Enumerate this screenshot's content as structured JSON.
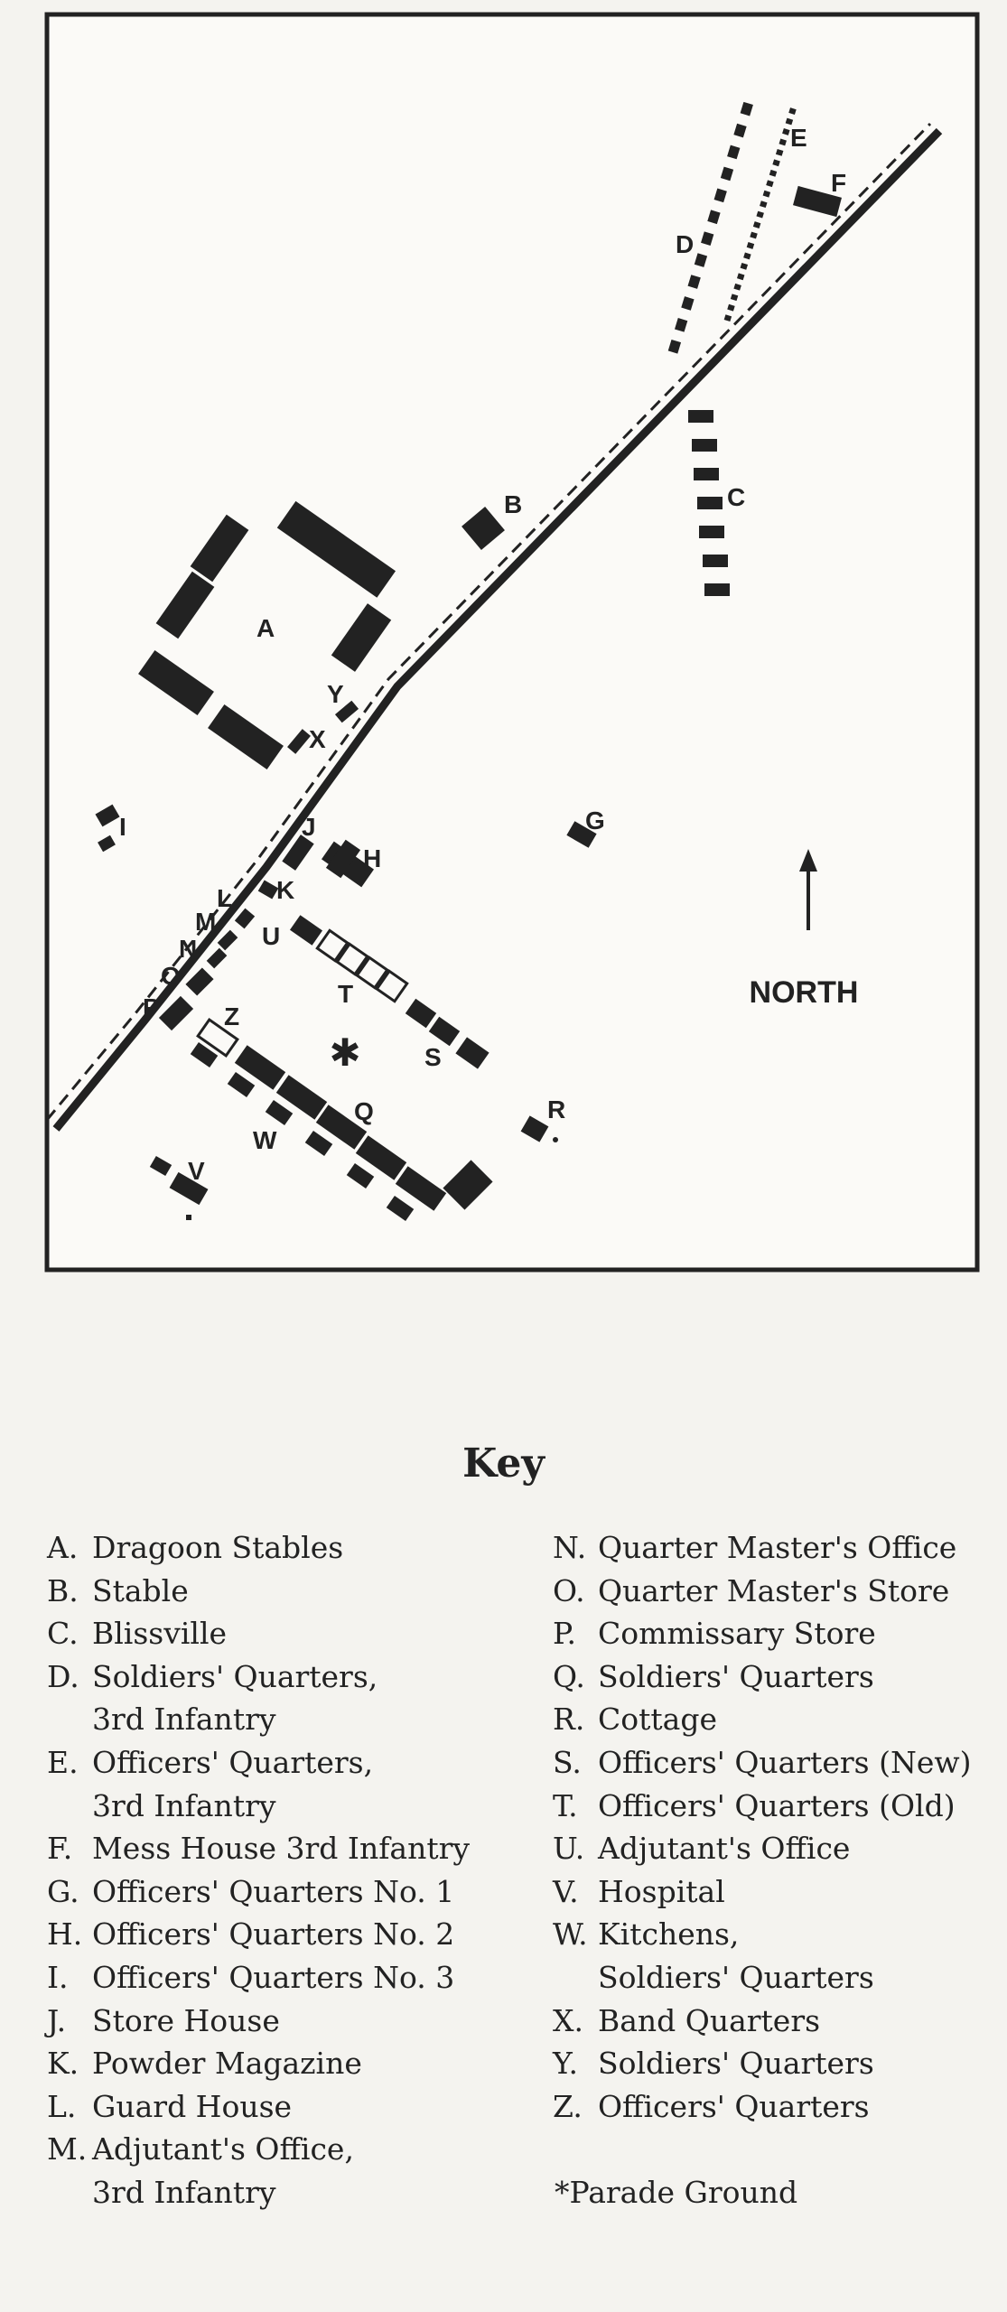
{
  "map": {
    "labels": {
      "A": "A",
      "B": "B",
      "C": "C",
      "D": "D",
      "E": "E",
      "F": "F",
      "G": "G",
      "H": "H",
      "I": "I",
      "J": "J",
      "K": "K",
      "L": "L",
      "M": "M",
      "N": "N",
      "O": "O",
      "P": "P",
      "Q": "Q",
      "R": "R",
      "S": "S",
      "T": "T",
      "U": "U",
      "V": "V",
      "W": "W",
      "X": "X",
      "Y": "Y",
      "Z": "Z"
    },
    "north_label": "NORTH",
    "parade_ground_symbol": "✱",
    "colors": {
      "ink": "#222222",
      "paper": "#f4f3ef"
    },
    "icons": [
      "north-arrow-icon",
      "parade-ground-star-icon"
    ]
  },
  "key": {
    "title": "Key",
    "left": [
      {
        "letter": "A.",
        "text": "Dragoon Stables"
      },
      {
        "letter": "B.",
        "text": "Stable"
      },
      {
        "letter": "C.",
        "text": "Blissville"
      },
      {
        "letter": "D.",
        "text": "Soldiers' Quarters,"
      },
      {
        "letter": "",
        "text": "3rd Infantry"
      },
      {
        "letter": "E.",
        "text": "Officers' Quarters,"
      },
      {
        "letter": "",
        "text": "3rd Infantry"
      },
      {
        "letter": "F.",
        "text": "Mess House 3rd Infantry"
      },
      {
        "letter": "G.",
        "text": "Officers' Quarters No. 1"
      },
      {
        "letter": "H.",
        "text": "Officers' Quarters No. 2"
      },
      {
        "letter": "I.",
        "text": "Officers' Quarters No. 3"
      },
      {
        "letter": "J.",
        "text": "Store House"
      },
      {
        "letter": "K.",
        "text": "Powder Magazine"
      },
      {
        "letter": "L.",
        "text": "Guard House"
      },
      {
        "letter": "M.",
        "text": "Adjutant's Office,"
      },
      {
        "letter": "",
        "text": "3rd Infantry"
      }
    ],
    "right": [
      {
        "letter": "N.",
        "text": "Quarter Master's Office"
      },
      {
        "letter": "O.",
        "text": "Quarter Master's Store"
      },
      {
        "letter": "P.",
        "text": "Commissary Store"
      },
      {
        "letter": "Q.",
        "text": "Soldiers' Quarters"
      },
      {
        "letter": "R.",
        "text": "Cottage"
      },
      {
        "letter": "S.",
        "text": "Officers' Quarters (New)"
      },
      {
        "letter": "T.",
        "text": "Officers' Quarters (Old)"
      },
      {
        "letter": "U.",
        "text": "Adjutant's Office"
      },
      {
        "letter": "V.",
        "text": "Hospital"
      },
      {
        "letter": "W.",
        "text": "Kitchens,"
      },
      {
        "letter": "",
        "text": "Soldiers' Quarters"
      },
      {
        "letter": "X.",
        "text": "Band Quarters"
      },
      {
        "letter": "Y.",
        "text": "Soldiers' Quarters"
      },
      {
        "letter": "Z.",
        "text": "Officers' Quarters"
      }
    ],
    "note": "*Parade Ground"
  }
}
